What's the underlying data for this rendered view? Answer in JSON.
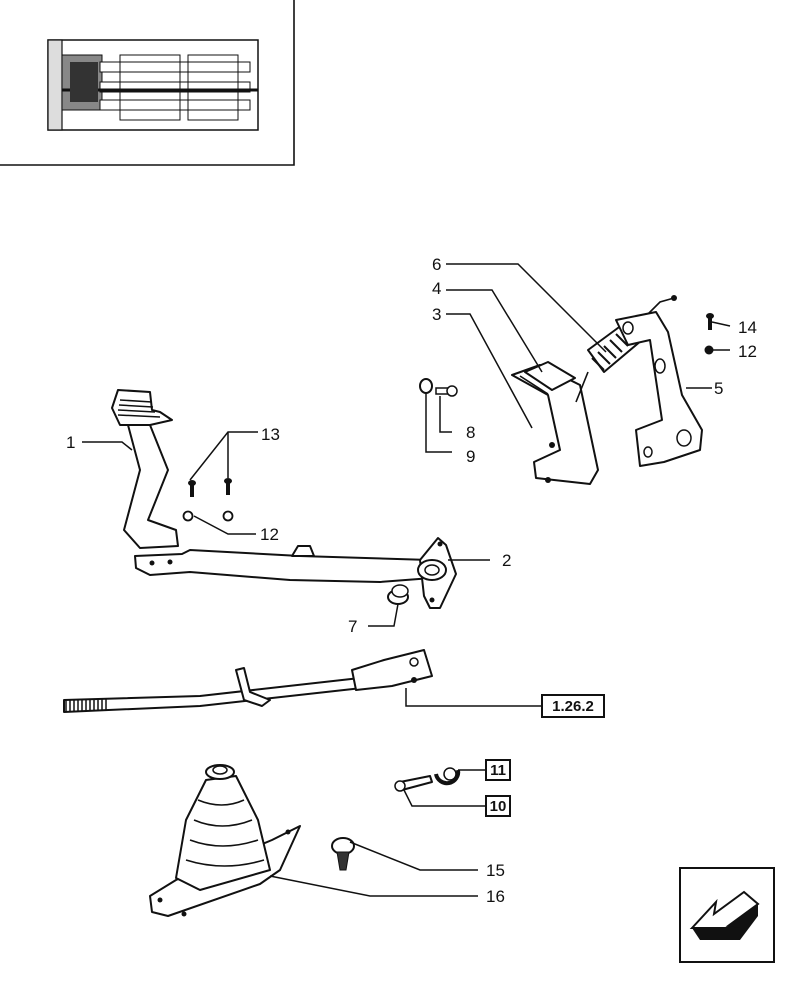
{
  "callouts": {
    "c1": "1",
    "c2": "2",
    "c3": "3",
    "c4": "4",
    "c5": "5",
    "c6": "6",
    "c7": "7",
    "c8": "8",
    "c9": "9",
    "c12a": "12",
    "c12b": "12",
    "c13": "13",
    "c14": "14",
    "c15": "15",
    "c16": "16"
  },
  "boxed_refs": {
    "ref_1262": "1.26.2",
    "ref_10": "10",
    "ref_11": "11"
  },
  "icons": {
    "nav_arrow": "next-page-arrow-icon",
    "overview": "transmission-overview-thumbnail"
  }
}
